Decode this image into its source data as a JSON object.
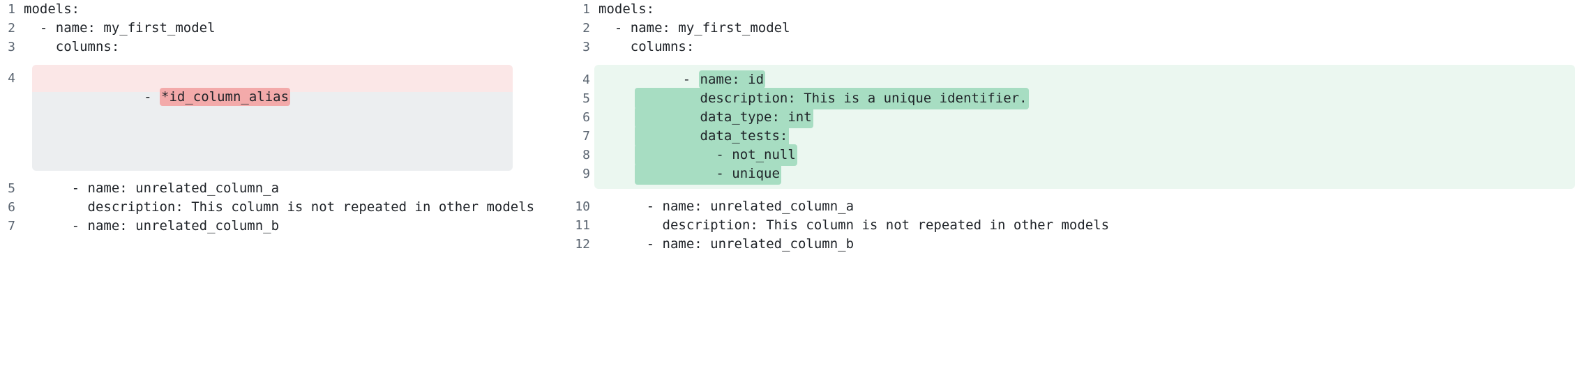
{
  "theme": {
    "background": "#ffffff",
    "text_color": "#1f2328",
    "gutter_color": "#5a6470",
    "removed_row_bg": "#fbe7e7",
    "removed_token_bg": "#f3aaaa",
    "placeholder_bg": "#eceef0",
    "added_block_bg": "#ebf7f0",
    "added_token_bg": "#a7ddc2"
  },
  "left_panel": {
    "name": "before-yaml-pane",
    "header_lines": [
      {
        "num": "1",
        "text": "models:"
      },
      {
        "num": "2",
        "text": "  - name: my_first_model"
      },
      {
        "num": "3",
        "text": "    columns:"
      }
    ],
    "removed_line": {
      "num": "4",
      "prefix": "      - ",
      "token": "*id_column_alias"
    },
    "footer_lines": [
      {
        "num": "5",
        "text": "      - name: unrelated_column_a"
      },
      {
        "num": "6",
        "text": "        description: This column is not repeated in other models"
      },
      {
        "num": "7",
        "text": "      - name: unrelated_column_b"
      }
    ]
  },
  "right_panel": {
    "name": "after-yaml-pane",
    "header_lines": [
      {
        "num": "1",
        "text": "models:"
      },
      {
        "num": "2",
        "text": "  - name: my_first_model"
      },
      {
        "num": "3",
        "text": "    columns:"
      }
    ],
    "added_lines": [
      {
        "num": "4",
        "prefix": "      - ",
        "token": "name: id"
      },
      {
        "num": "5",
        "prefix": "",
        "token": "        description: This is a unique identifier."
      },
      {
        "num": "6",
        "prefix": "",
        "token": "        data_type: int"
      },
      {
        "num": "7",
        "prefix": "",
        "token": "        data_tests:"
      },
      {
        "num": "8",
        "prefix": "",
        "token": "          - not_null"
      },
      {
        "num": "9",
        "prefix": "",
        "token": "          - unique"
      }
    ],
    "footer_lines": [
      {
        "num": "10",
        "text": "      - name: unrelated_column_a"
      },
      {
        "num": "11",
        "text": "        description: This column is not repeated in other models"
      },
      {
        "num": "12",
        "text": "      - name: unrelated_column_b"
      }
    ]
  }
}
